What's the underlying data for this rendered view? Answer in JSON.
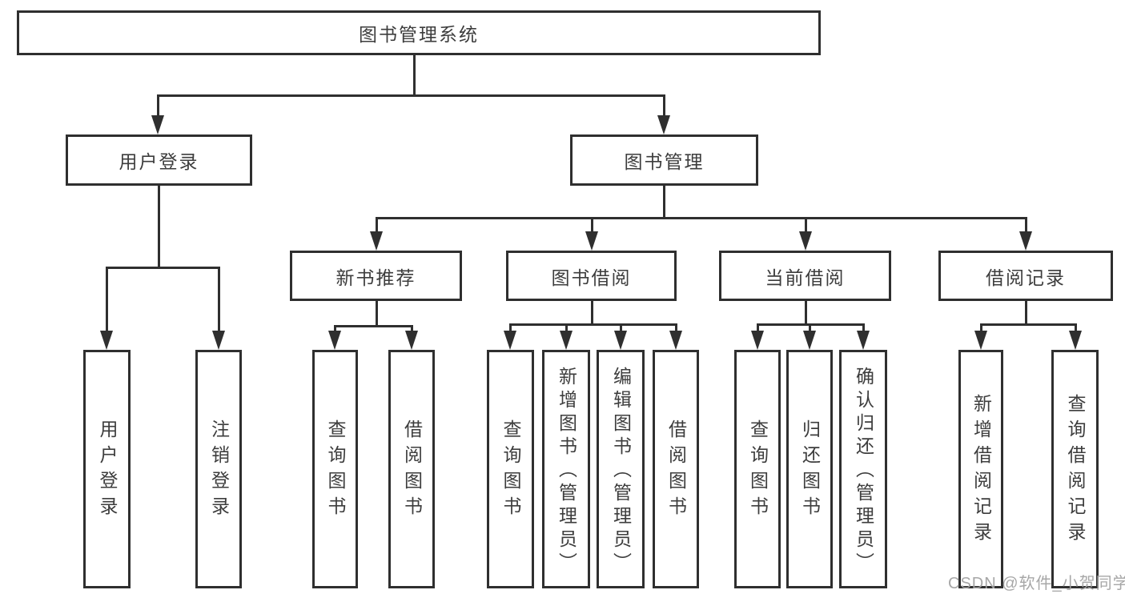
{
  "tree": {
    "label": "图书管理系统",
    "children": [
      {
        "label": "用户登录",
        "children": [
          {
            "label": "用户登录"
          },
          {
            "label": "注销登录"
          }
        ]
      },
      {
        "label": "图书管理",
        "children": [
          {
            "label": "新书推荐",
            "children": [
              {
                "label": "查询图书"
              },
              {
                "label": "借阅图书"
              }
            ]
          },
          {
            "label": "图书借阅",
            "children": [
              {
                "label": "查询图书"
              },
              {
                "label": "新增图书（管理员）"
              },
              {
                "label": "编辑图书（管理员）"
              },
              {
                "label": "借阅图书"
              }
            ]
          },
          {
            "label": "当前借阅",
            "children": [
              {
                "label": "查询图书"
              },
              {
                "label": "归还图书"
              },
              {
                "label": "确认归还（管理员）"
              }
            ]
          },
          {
            "label": "借阅记录",
            "children": [
              {
                "label": "新增借阅记录"
              },
              {
                "label": "查询借阅记录"
              }
            ]
          }
        ]
      }
    ]
  },
  "watermark": {
    "text": "CSDN @软件_小贺同学"
  },
  "colors": {
    "line": "#2f2f2f",
    "box_border": "#2f2f2f",
    "text": "#3d3d3d",
    "watermark": "#a2a2a2",
    "background": "#ffffff"
  }
}
